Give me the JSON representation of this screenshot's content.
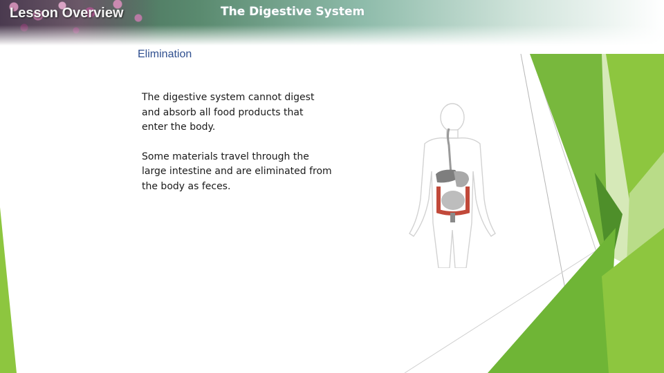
{
  "header": {
    "section_label": "Lesson Overview",
    "title": "The Digestive System"
  },
  "main": {
    "heading": "Elimination",
    "paragraphs": [
      "The digestive system cannot digest and absorb all food products that enter the body.",
      "Some materials travel through the large intestine and are eliminated from the body as feces."
    ]
  },
  "figure": {
    "subject": "human-body-digestive-system"
  },
  "colors": {
    "heading_blue": "#2f4f8f",
    "accent_green": "#8dc63f",
    "dark_green": "#4e8f2a",
    "light_green": "#d6e9b8",
    "intestine_red": "#c1493a",
    "organ_gray": "#8a8a8a"
  }
}
